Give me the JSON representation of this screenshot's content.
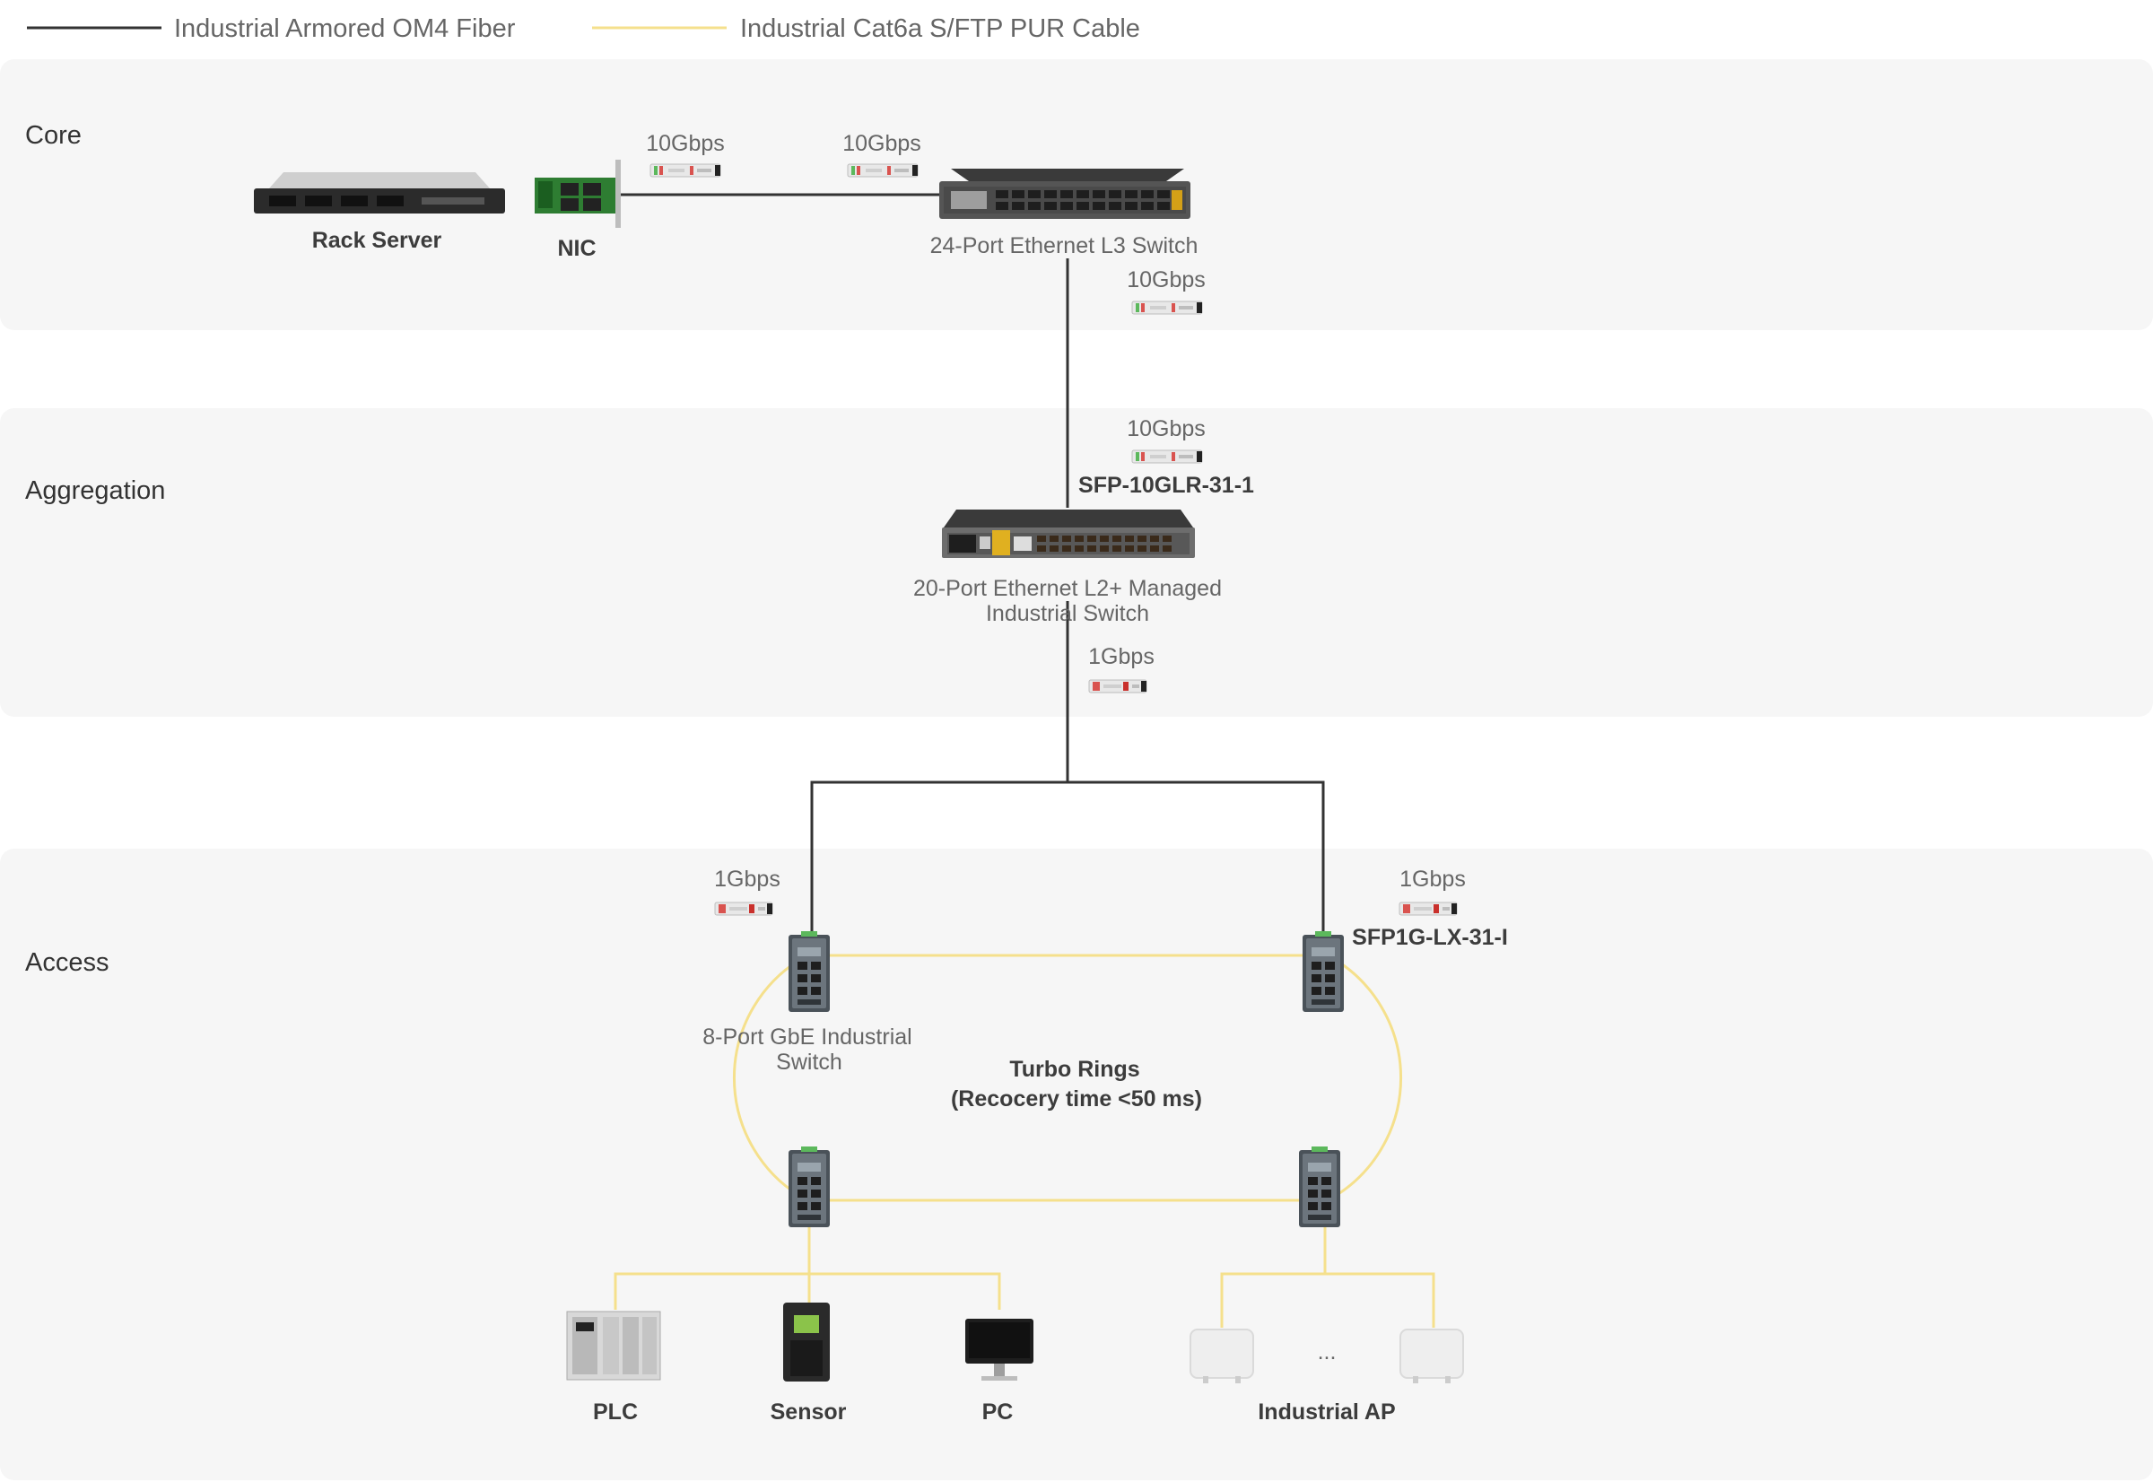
{
  "legend": {
    "fiber_label": "Industrial Armored OM4 Fiber",
    "fiber_color": "#333333",
    "cat6a_label": "Industrial Cat6a S/FTP PUR Cable",
    "cat6a_color": "#f5e08c"
  },
  "layers": {
    "core": "Core",
    "aggregation": "Aggregation",
    "access": "Access"
  },
  "devices": {
    "rack_server": "Rack Server",
    "nic": "NIC",
    "l3_switch": "24-Port Ethernet L3 Switch",
    "agg_switch_line1": "20-Port Ethernet L2+ Managed",
    "agg_switch_line2": "Industrial Switch",
    "access_switch_line1": "8-Port GbE Industrial",
    "access_switch_line2": "Switch",
    "plc": "PLC",
    "sensor": "Sensor",
    "pc": "PC",
    "industrial_ap": "Industrial AP",
    "ap_ellipsis": "..."
  },
  "links": {
    "nic_speed": "10Gbps",
    "switch_speed": "10Gbps",
    "core_uplink_speed": "10Gbps",
    "agg_uplink_speed": "10Gbps",
    "agg_module": "SFP-10GLR-31-1",
    "agg_downlink_speed": "1Gbps",
    "access_left_speed": "1Gbps",
    "access_right_speed": "1Gbps",
    "access_module": "SFP1G-LX-31-I"
  },
  "ring": {
    "title": "Turbo Rings",
    "subtitle": "(Recocery time <50 ms)"
  }
}
